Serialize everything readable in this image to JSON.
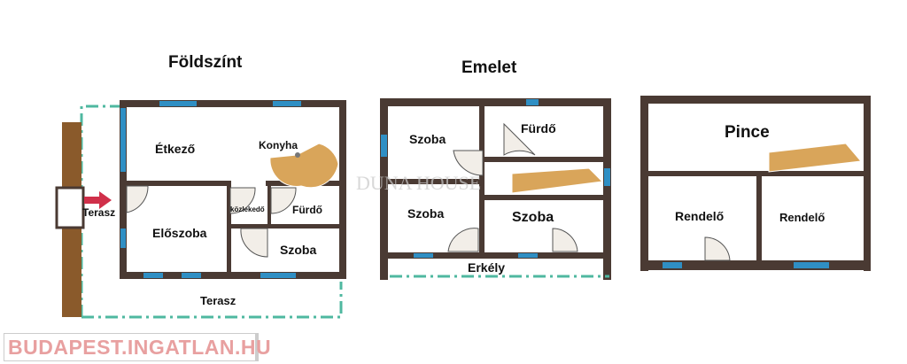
{
  "floors": [
    {
      "title": "Földszínt",
      "rooms": [
        "Étkező",
        "Konyha",
        "Terasz",
        "közlekedő",
        "Fürdő",
        "Előszoba",
        "Szoba",
        "Terasz"
      ]
    },
    {
      "title": "Emelet",
      "rooms": [
        "Szoba",
        "Fürdő",
        "Szoba",
        "Szoba",
        "Erkély"
      ]
    },
    {
      "title": "Pince",
      "rooms": [
        "Rendelő",
        "Rendelő"
      ]
    }
  ],
  "watermark": "DUNA HOUSE",
  "logo": "BUDAPEST.INGATLAN.HU",
  "colors": {
    "wall": "#4a3a33",
    "window": "#2f8fc4",
    "terrace_line": "#4fb8a0",
    "stairs": "#d9a55a",
    "arrow": "#d0304a"
  }
}
